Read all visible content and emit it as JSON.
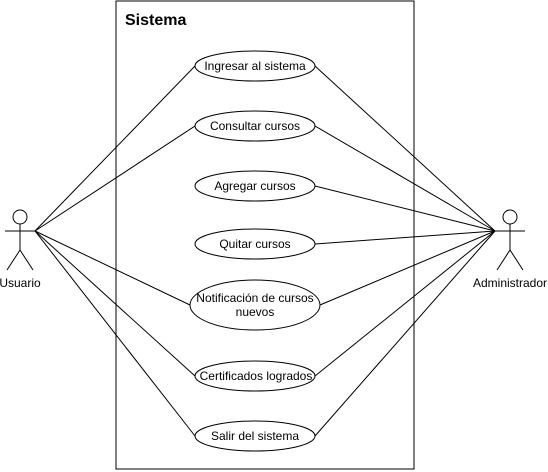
{
  "system": {
    "title": "Sistema"
  },
  "actors": {
    "left": {
      "name": "Usuario",
      "icon": "stick-figure-icon"
    },
    "right": {
      "name": "Administrador",
      "icon": "stick-figure-icon"
    }
  },
  "use_cases": [
    {
      "id": "ingresar",
      "lines": [
        "Ingresar al sistema"
      ]
    },
    {
      "id": "consultar",
      "lines": [
        "Consultar cursos"
      ]
    },
    {
      "id": "agregar",
      "lines": [
        "Agregar cursos"
      ]
    },
    {
      "id": "quitar",
      "lines": [
        "Quitar cursos"
      ]
    },
    {
      "id": "notificacion",
      "lines": [
        "Notificación de cursos",
        "nuevos"
      ]
    },
    {
      "id": "certificados",
      "lines": [
        "Certificados logrados"
      ]
    },
    {
      "id": "salir",
      "lines": [
        "Salir del sistema"
      ]
    }
  ],
  "associations": {
    "Usuario": [
      "ingresar",
      "consultar",
      "notificacion",
      "certificados",
      "salir"
    ],
    "Administrador": [
      "ingresar",
      "consultar",
      "agregar",
      "quitar",
      "notificacion",
      "certificados",
      "salir"
    ]
  },
  "colors": {
    "stroke": "#000000",
    "fill": "#ffffff"
  }
}
